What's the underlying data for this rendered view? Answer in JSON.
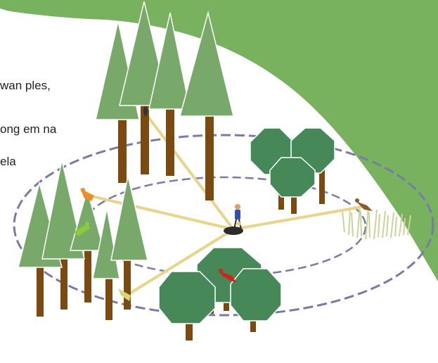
{
  "text_lines": [
    "wan ples,",
    "ong em na",
    "ela"
  ],
  "colors": {
    "background": "#ffffff",
    "green_band": "#78b25f",
    "conifer": "#79a96a",
    "broadleaf": "#468858",
    "trunk": "#7a4a10",
    "ring": "#7a7aa8",
    "sight_line": "#e8d48a",
    "grass": "#d8e4b0"
  },
  "icons": [
    "person-icon",
    "red-bird-icon",
    "orange-bird-icon",
    "green-bird-icon",
    "brown-bird-icon",
    "yellow-bird-icon",
    "top-bird-icon"
  ]
}
